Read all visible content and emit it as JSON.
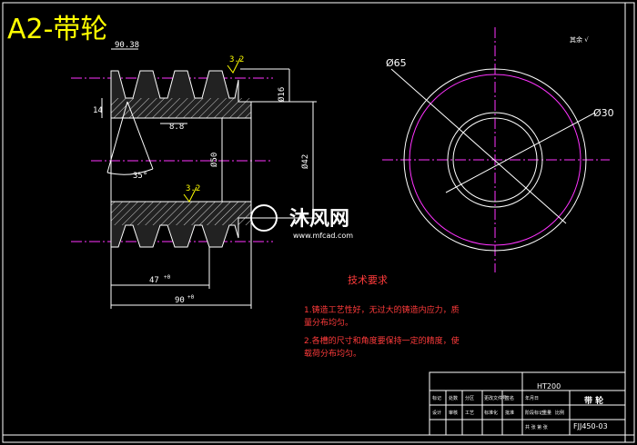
{
  "title": "A2-带轮",
  "dimensions": {
    "top_width": "90.38",
    "inner_width": "8.8",
    "bore": "Ø50",
    "outer": "Ø42",
    "groove_depth": "Ø16",
    "left_depth": "14",
    "angle": "35°",
    "roughness_top": "3.2",
    "roughness_mid": "3.2",
    "width_47": "47",
    "width_47_tol": "+0",
    "width_90": "90",
    "width_90_tol": "+0",
    "note_chars": "技术要求"
  },
  "circle_labels": {
    "outer_diameter": "Ø65",
    "inner_diameter": "Ø30",
    "corner_note": "其余 √"
  },
  "tech_notes": {
    "heading": "技术要求",
    "line1": "1.铸造工艺性好，无过大的铸造内应力，质",
    "line2": "量分布均匀。",
    "line3": "2.各槽的尺寸和角度要保持一定的精度，使",
    "line4": "载荷分布均匀。"
  },
  "title_block": {
    "material": "HT200",
    "part_name": "带 轮",
    "drawing_no": "FJJ450-03",
    "small_labels": [
      "标记",
      "处数",
      "分区",
      "更改文件号",
      "签名",
      "年月日",
      "设计",
      "审核",
      "工艺",
      "标准化",
      "批准",
      "阶段标记",
      "重量",
      "比例",
      "共 张 第 张"
    ]
  },
  "watermark": {
    "brand": "沐风网",
    "url": "www.mfcad.com"
  }
}
